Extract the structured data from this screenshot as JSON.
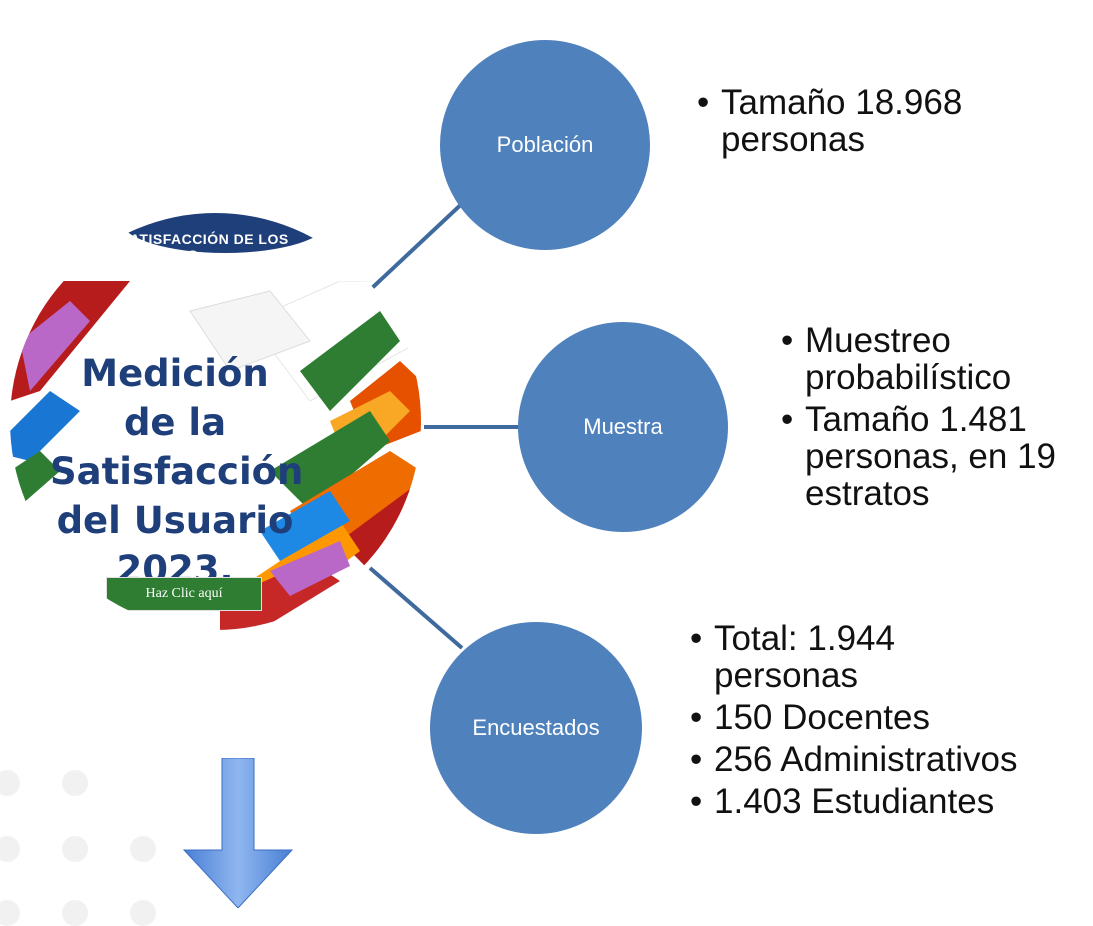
{
  "colors": {
    "node_fill": "#4f81bd",
    "connector": "#3e6a9e",
    "node_text": "#ffffff",
    "text": "#111111",
    "banner": "#1f3f7a",
    "button": "#2e7d32",
    "arrow": "#6f9ee6"
  },
  "image": {
    "banner_text": "SATISFACCIÓN DE LOS USUARIOS",
    "title_line1": "Medición de la",
    "title_line2": "Satisfacción",
    "title_line3": "del Usuario",
    "title_line4": "2023.",
    "button_label": "Haz Clic aquí"
  },
  "nodes": [
    {
      "label": "Población",
      "bullets": [
        "Tamaño 18.968 personas"
      ]
    },
    {
      "label": "Muestra",
      "bullets": [
        "Muestreo probabilístico",
        "Tamaño 1.481 personas, en 19 estratos"
      ]
    },
    {
      "label": "Encuestados",
      "bullets": [
        "Total: 1.944 personas",
        "150 Docentes",
        "256 Administrativos",
        "1.403 Estudiantes"
      ]
    }
  ],
  "icons": {
    "down_arrow": "down-arrow-icon"
  }
}
